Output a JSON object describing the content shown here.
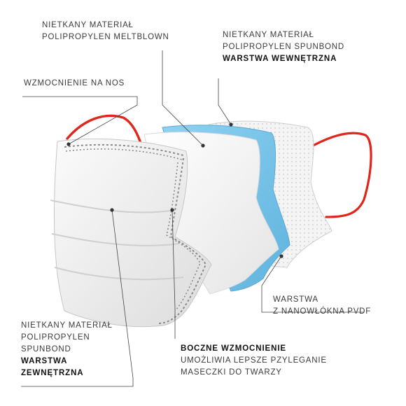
{
  "labels": {
    "meltblown": {
      "line1": "NIETKANY MATERIAŁ",
      "line2": "POLIPROPYLEN MELTBLOWN"
    },
    "spunbond_inner": {
      "line1": "NIETKANY MATERIAŁ",
      "line2": "POLIPROPYLEN SPUNBOND",
      "line3": "WARSTWA WEWNĘTRZNA"
    },
    "nose": {
      "line1": "WZMOCNIENIE NA NOS"
    },
    "pvdf": {
      "line1": "WARSTWA",
      "line2": "Z NANOWŁÓKNA PVDF"
    },
    "spunbond_outer": {
      "line1": "NIETKANY MATERIAŁ",
      "line2": "POLIPROPYLEN",
      "line3": "SPUNBOND",
      "line4": "WARSTWA",
      "line5": "ZEWNĘTRZNA"
    },
    "side": {
      "line1": "BOCZNE WZMOCNIENIE",
      "line2": "UMOŻLIWIA LEPSZE PZYLEGANIE",
      "line3": "MASECZKI DO TWARZY"
    }
  },
  "colors": {
    "ear_loop": "#e0261c",
    "blue_layer": "#7cc7ea",
    "white_layer": "#f7f7f7",
    "leader_line": "#444444",
    "stitch": "#8a8a8a"
  }
}
